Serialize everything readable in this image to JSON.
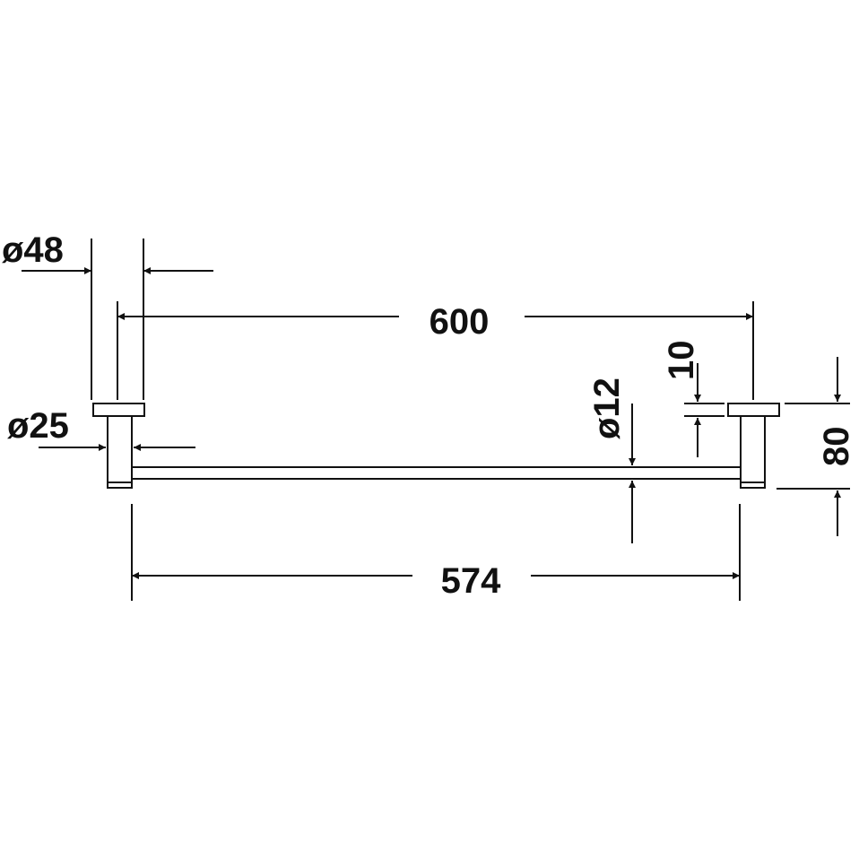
{
  "drawing": {
    "stroke_color": "#111111",
    "background": "#ffffff"
  },
  "dimensions": {
    "rosette_diameter": "ø48",
    "post_diameter": "ø25",
    "bar_diameter": "ø12",
    "overall_length": "600",
    "bar_length": "574",
    "rosette_thickness": "10",
    "projection": "80"
  }
}
